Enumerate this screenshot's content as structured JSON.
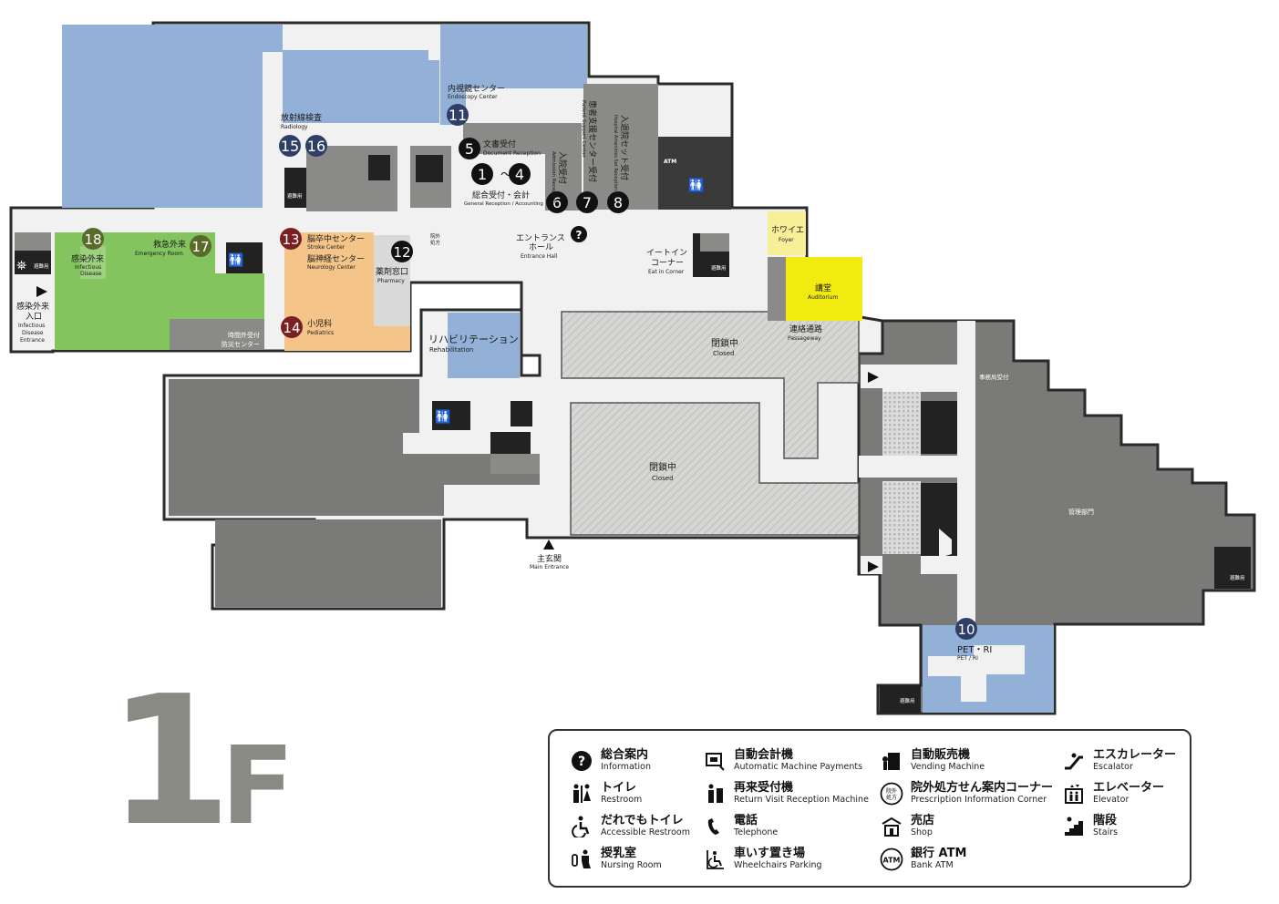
{
  "floor": {
    "number": "1",
    "letter": "F"
  },
  "colors": {
    "blue": "#93b1d6",
    "green": "#83c45e",
    "orange": "#f5c489",
    "yellow": "#f1eb10",
    "paleyellow": "#f7f099",
    "darkgray": "#767674",
    "midgray": "#8a8a88",
    "light": "#f1f1f1",
    "navy": "#2e3e66",
    "olive": "#5a6a2a",
    "maroon": "#7a1f22",
    "black": "#111111"
  },
  "badges": [
    {
      "num": "11",
      "style": "navy"
    },
    {
      "num": "15",
      "style": "navy"
    },
    {
      "num": "16",
      "style": "navy"
    },
    {
      "num": "5",
      "style": "black"
    },
    {
      "num": "1",
      "style": "black"
    },
    {
      "num": "4",
      "style": "black"
    },
    {
      "num": "6",
      "style": "black"
    },
    {
      "num": "7",
      "style": "black"
    },
    {
      "num": "8",
      "style": "black"
    },
    {
      "num": "18",
      "style": "olive"
    },
    {
      "num": "17",
      "style": "olive"
    },
    {
      "num": "13",
      "style": "maroon"
    },
    {
      "num": "12",
      "style": "black"
    },
    {
      "num": "14",
      "style": "maroon"
    },
    {
      "num": "10",
      "style": "navy"
    }
  ],
  "rooms": {
    "endoscopy": {
      "jp": "内視鏡センター",
      "en": "Endoscopy Center"
    },
    "radiology": {
      "jp": "放射線検査",
      "en": "Radiology"
    },
    "document": {
      "jp": "文書受付",
      "en": "Document Reception"
    },
    "general": {
      "jp": "総合受付・会計",
      "en": "General Reception / Accounting",
      "tilde": "〜"
    },
    "admission": {
      "jp": "入院受付",
      "en": "Admission Reception"
    },
    "support": {
      "jp": "患者支援センター受付",
      "en": "Patient Support Center"
    },
    "amenities": {
      "jp": "入退院セット受付",
      "en": "Hospital Amenities Set Reception"
    },
    "infectious": {
      "jp": "感染外来",
      "en1": "Infectious",
      "en2": "Disease"
    },
    "emergency": {
      "jp": "救急外来",
      "en": "Emergency Room"
    },
    "stroke": {
      "jp": "脳卒中センター",
      "en": "Stroke Center"
    },
    "neuro": {
      "jp": "脳神経センター",
      "en": "Neurology Center"
    },
    "pharmacy": {
      "jp": "薬剤窓口",
      "en": "Pharmacy"
    },
    "pediatrics": {
      "jp": "小児科",
      "en": "Pediatrics"
    },
    "afterhours": {
      "jp1": "時間外受付",
      "jp2": "防災センター"
    },
    "entrance_hall": {
      "jp1": "エントランス",
      "jp2": "ホール",
      "en": "Entrance Hall"
    },
    "eatin": {
      "jp1": "イートイン",
      "jp2": "コーナー",
      "en": "Eat in Corner"
    },
    "foyer": {
      "jp": "ホワイエ",
      "en": "Foyer"
    },
    "auditorium": {
      "jp": "講堂",
      "en": "Auditorium"
    },
    "passageway": {
      "jp": "連絡通路",
      "en": "Passageway"
    },
    "rehab": {
      "jp": "リハビリテーション",
      "en": "Rehabilitation"
    },
    "closed1": {
      "jp": "閉鎖中",
      "en": "Closed"
    },
    "closed2": {
      "jp": "閉鎖中",
      "en": "Closed"
    },
    "main_entrance": {
      "jp": "主玄関",
      "en": "Main Entrance"
    },
    "office_reception": {
      "jp": "事務局受付"
    },
    "management": {
      "jp": "管理部門"
    },
    "pet": {
      "jp": "PET・RI",
      "en": "PET / RI"
    },
    "inf_entrance": {
      "jp1": "感染外来",
      "jp2": "入口",
      "en1": "Infectious",
      "en2": "Disease",
      "en3": "Entrance"
    },
    "evac": {
      "jp": "避難用"
    },
    "pharm_sign": {
      "jp1": "院外",
      "jp2": "処方"
    },
    "atm_sign": {
      "label": "ATM"
    }
  },
  "legend": [
    {
      "icon": "info-icon",
      "jp": "総合案内",
      "en": "Information"
    },
    {
      "icon": "payment-machine-icon",
      "jp": "自動会計機",
      "en": "Automatic Machine Payments"
    },
    {
      "icon": "vending-machine-icon",
      "jp": "自動販売機",
      "en": "Vending Machine"
    },
    {
      "icon": "escalator-icon",
      "jp": "エスカレーター",
      "en": "Escalator"
    },
    {
      "icon": "restroom-icon",
      "jp": "トイレ",
      "en": "Restroom"
    },
    {
      "icon": "return-visit-icon",
      "jp": "再来受付機",
      "en": "Return Visit Reception Machine"
    },
    {
      "icon": "prescription-icon",
      "jp": "院外処方せん案内コーナー",
      "en": "Prescription Information Corner"
    },
    {
      "icon": "elevator-icon",
      "jp": "エレベーター",
      "en": "Elevator"
    },
    {
      "icon": "accessible-restroom-icon",
      "jp": "だれでもトイレ",
      "en": "Accessible Restroom"
    },
    {
      "icon": "telephone-icon",
      "jp": "電話",
      "en": "Telephone"
    },
    {
      "icon": "shop-icon",
      "jp": "売店",
      "en": "Shop"
    },
    {
      "icon": "stairs-icon",
      "jp": "階段",
      "en": "Stairs"
    },
    {
      "icon": "nursing-room-icon",
      "jp": "授乳室",
      "en": "Nursing Room"
    },
    {
      "icon": "wheelchair-parking-icon",
      "jp": "車いす置き場",
      "en": "Wheelchairs Parking"
    },
    {
      "icon": "atm-icon",
      "jp": "銀行 ATM",
      "en": "Bank ATM",
      "atm": "ATM"
    }
  ]
}
